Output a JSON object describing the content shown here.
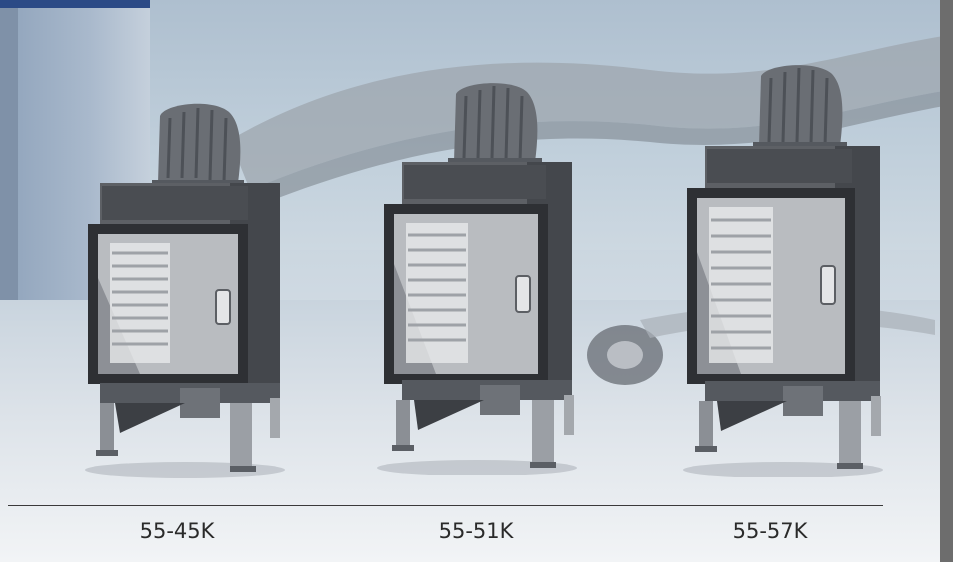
{
  "products": [
    {
      "model": "55-45K"
    },
    {
      "model": "55-51K"
    },
    {
      "model": "55-57K"
    }
  ],
  "colors": {
    "background": "#c9d5df",
    "divider": "#3a3a3a",
    "label": "#2a2a2a",
    "stove_body": "#5d6065",
    "stove_dark": "#2e3034",
    "right_bar": "#6d6d6d"
  }
}
